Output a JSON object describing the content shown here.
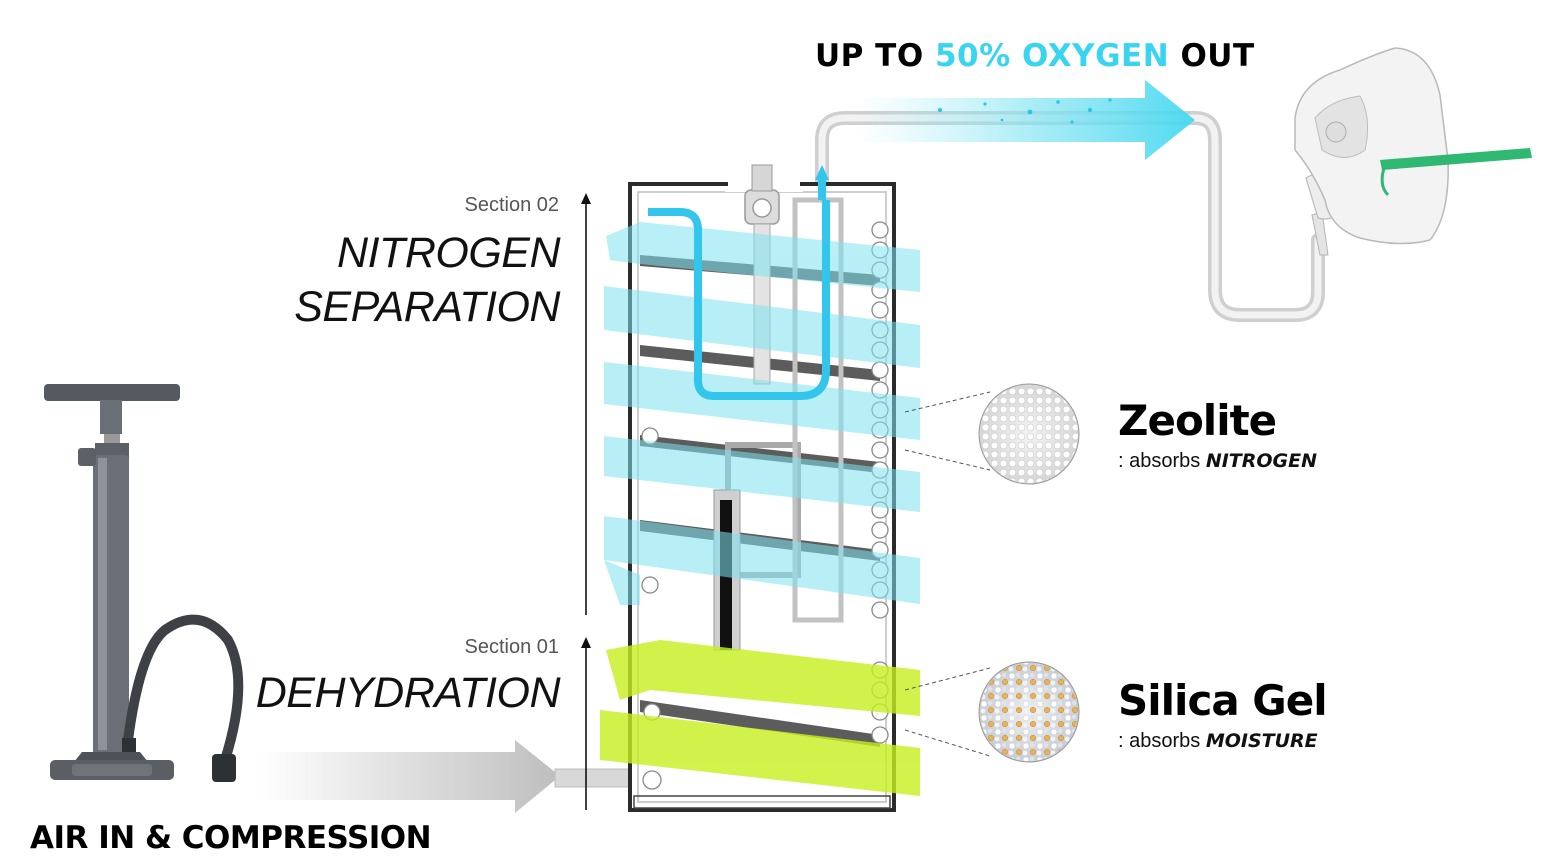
{
  "output_title": {
    "prefix": "UP TO",
    "accent": "50% OXYGEN",
    "suffix": "OUT"
  },
  "input_title": "AIR IN & COMPRESSION",
  "sections": [
    {
      "label": "Section 02",
      "stage_line1": "NITROGEN",
      "stage_line2": "SEPARATION"
    },
    {
      "label": "Section 01",
      "stage_line1": "DEHYDRATION"
    }
  ],
  "materials": [
    {
      "name": "Zeolite",
      "desc_prefix": ": absorbs",
      "desc_target": "NITROGEN"
    },
    {
      "name": "Silica Gel",
      "desc_prefix": ": absorbs",
      "desc_target": "MOISTURE"
    }
  ],
  "icons": {
    "input_device": "hand-pump-icon",
    "output_device": "oxygen-mask-icon",
    "flow": "flow-arrow-icon"
  },
  "colors": {
    "oxygen_accent": "#39d4f0",
    "nitrogen_band": "#7fe3f2",
    "dehydration_band": "#c6f01e",
    "tube_gray": "#c9c9c9",
    "mask_strap": "#2eb872",
    "column_frame": "#2b2b2b"
  }
}
